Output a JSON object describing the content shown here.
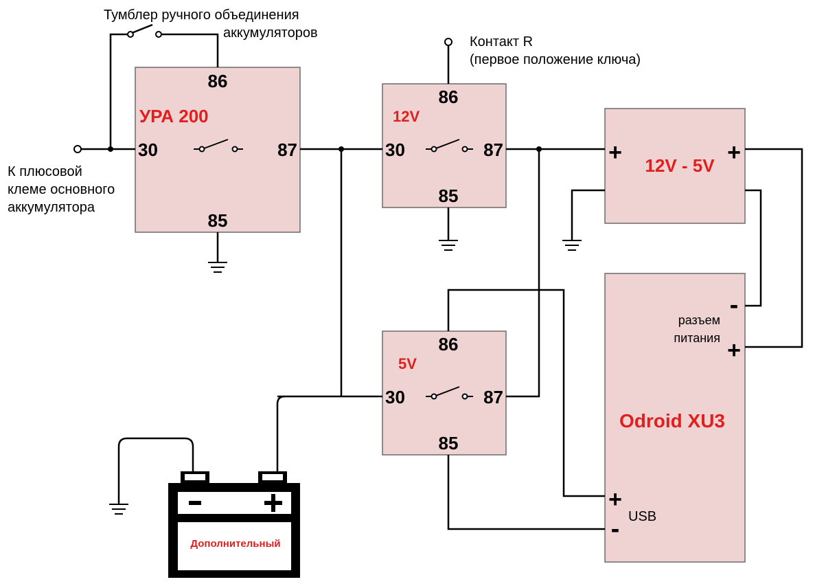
{
  "colors": {
    "box_fill": "#efd3d3",
    "accent_red": "#e01f1f",
    "wire": "#000000"
  },
  "labels": {
    "toggle_line1": "Тумблер ручного объединения",
    "toggle_line2": "аккумуляторов",
    "contact_r_line1": "Контакт R",
    "contact_r_line2": "(первое положение ключа)",
    "main_batt_line1": "К плюсовой",
    "main_batt_line2": "клеме основного",
    "main_batt_line3": "аккумулятора"
  },
  "relays": [
    {
      "name": "УРА 200",
      "pin_top": "86",
      "pin_left": "30",
      "pin_right": "87",
      "pin_bottom": "85"
    },
    {
      "name": "12V",
      "pin_top": "86",
      "pin_left": "30",
      "pin_right": "87",
      "pin_bottom": "85"
    },
    {
      "name": "5V",
      "pin_top": "86",
      "pin_left": "30",
      "pin_right": "87",
      "pin_bottom": "85"
    }
  ],
  "converter": {
    "name": "12V - 5V",
    "in_plus": "+",
    "out_plus": "+"
  },
  "odroid": {
    "name": "Odroid XU3",
    "power_label_line1": "разъем",
    "power_label_line2": "питания",
    "power_minus": "-",
    "power_plus": "+",
    "usb_label": "USB",
    "usb_plus": "+",
    "usb_minus": "-"
  },
  "battery": {
    "label": "Дополнительный",
    "minus": "-",
    "plus": "+"
  }
}
